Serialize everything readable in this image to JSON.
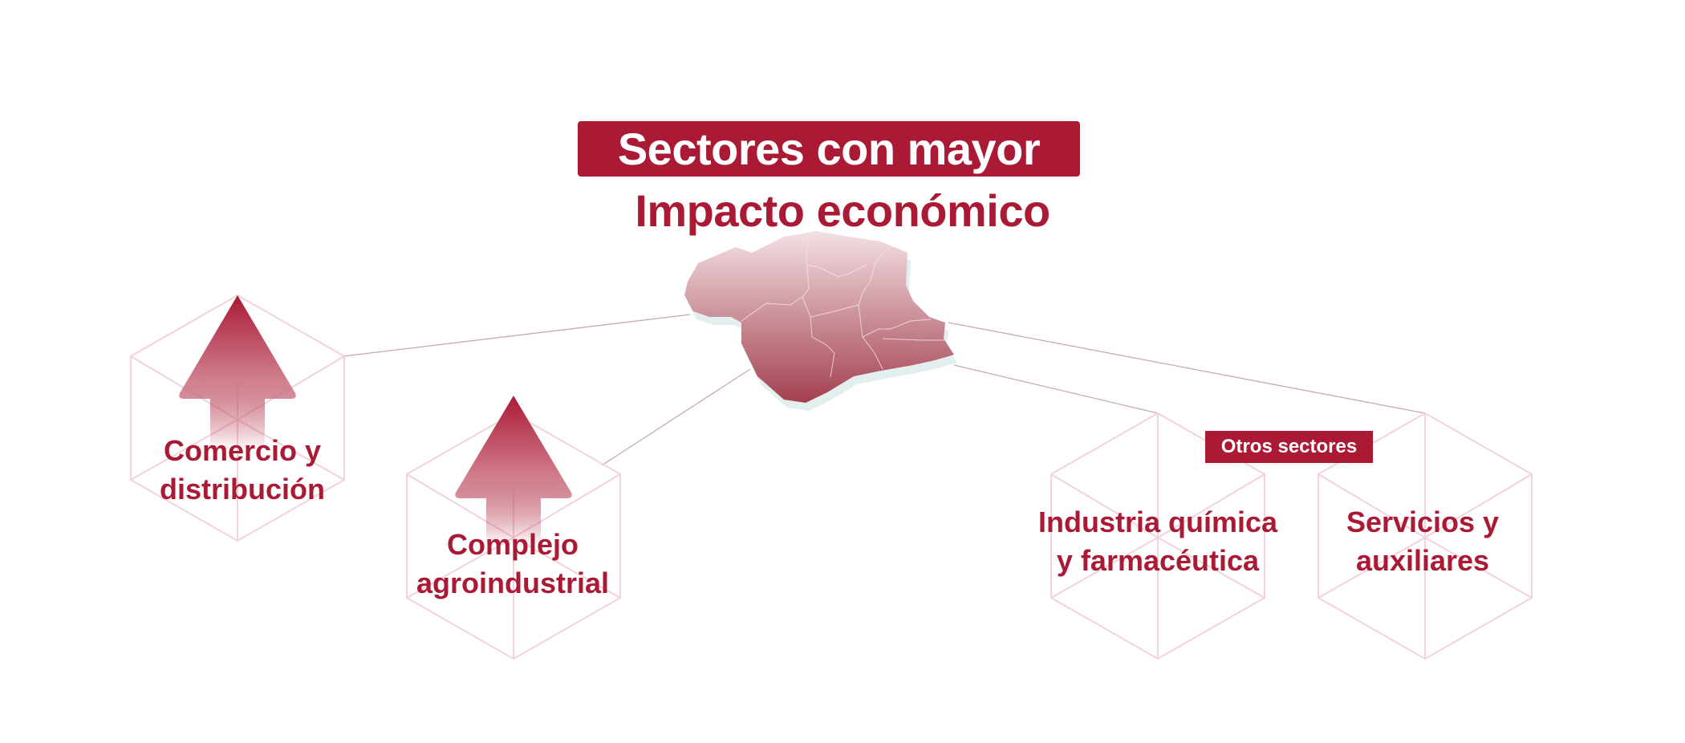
{
  "header": {
    "title": "Sectores con mayor",
    "subtitle": "Impacto económico"
  },
  "colors": {
    "accent": "#ab1a35",
    "cube_stroke": "#f2d3da",
    "connector": "#c9a9b1",
    "map_shadow": "#e3eeee"
  },
  "sectors_major": [
    {
      "line1": "Comercio y",
      "line2": "distribución",
      "icon": "up-arrow-icon"
    },
    {
      "line1": "Complejo",
      "line2": "agroindustrial",
      "icon": "up-arrow-icon"
    }
  ],
  "other_sectors": {
    "badge": "Otros sectores",
    "items": [
      {
        "line1": "Industria química",
        "line2": "y farmacéutica"
      },
      {
        "line1": "Servicios y",
        "line2": "auxiliares"
      }
    ]
  }
}
